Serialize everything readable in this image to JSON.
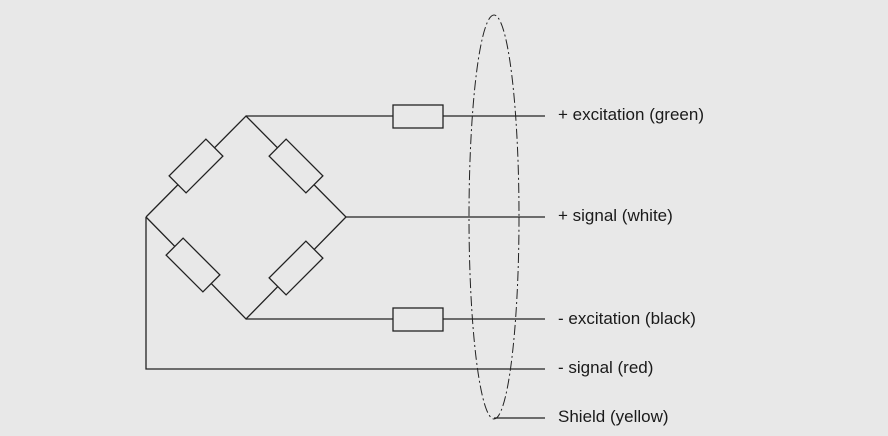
{
  "labels": {
    "plus_excitation": "+ excitation (green)",
    "plus_signal": "+ signal (white)",
    "minus_excitation": "- excitation (black)",
    "minus_signal": "- signal (red)",
    "shield": "Shield (yellow)"
  }
}
